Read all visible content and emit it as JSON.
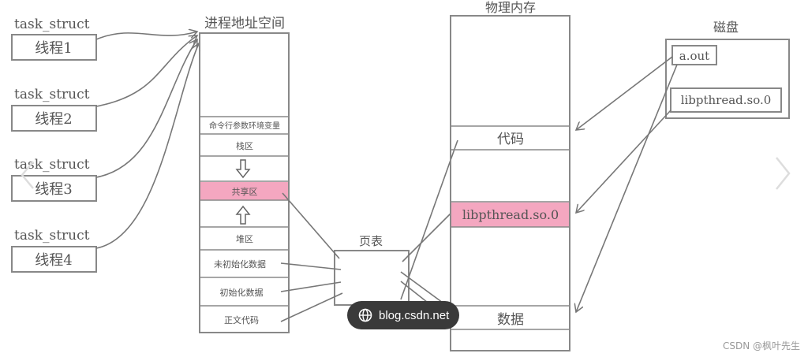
{
  "threads": [
    {
      "struct": "task_struct",
      "label": "线程1"
    },
    {
      "struct": "task_struct",
      "label": "线程2"
    },
    {
      "struct": "task_struct",
      "label": "线程3"
    },
    {
      "struct": "task_struct",
      "label": "线程4"
    }
  ],
  "address_space": {
    "title": "进程地址空间",
    "segments": [
      "命令行参数环境变量",
      "栈区",
      "共享区",
      "堆区",
      "未初始化数据",
      "初始化数据",
      "正文代码"
    ]
  },
  "page_table": {
    "title": "页表"
  },
  "physical_memory": {
    "title": "物理内存",
    "segments": [
      "代码",
      "libpthread.so.0",
      "数据"
    ]
  },
  "disk": {
    "title": "磁盘",
    "files": [
      "a.out",
      "libpthread.so.0"
    ]
  },
  "colors": {
    "shared": "#f4a7c0",
    "line": "#777777"
  },
  "watermark": {
    "url": "blog.csdn.net",
    "credit": "CSDN @枫叶先生"
  }
}
